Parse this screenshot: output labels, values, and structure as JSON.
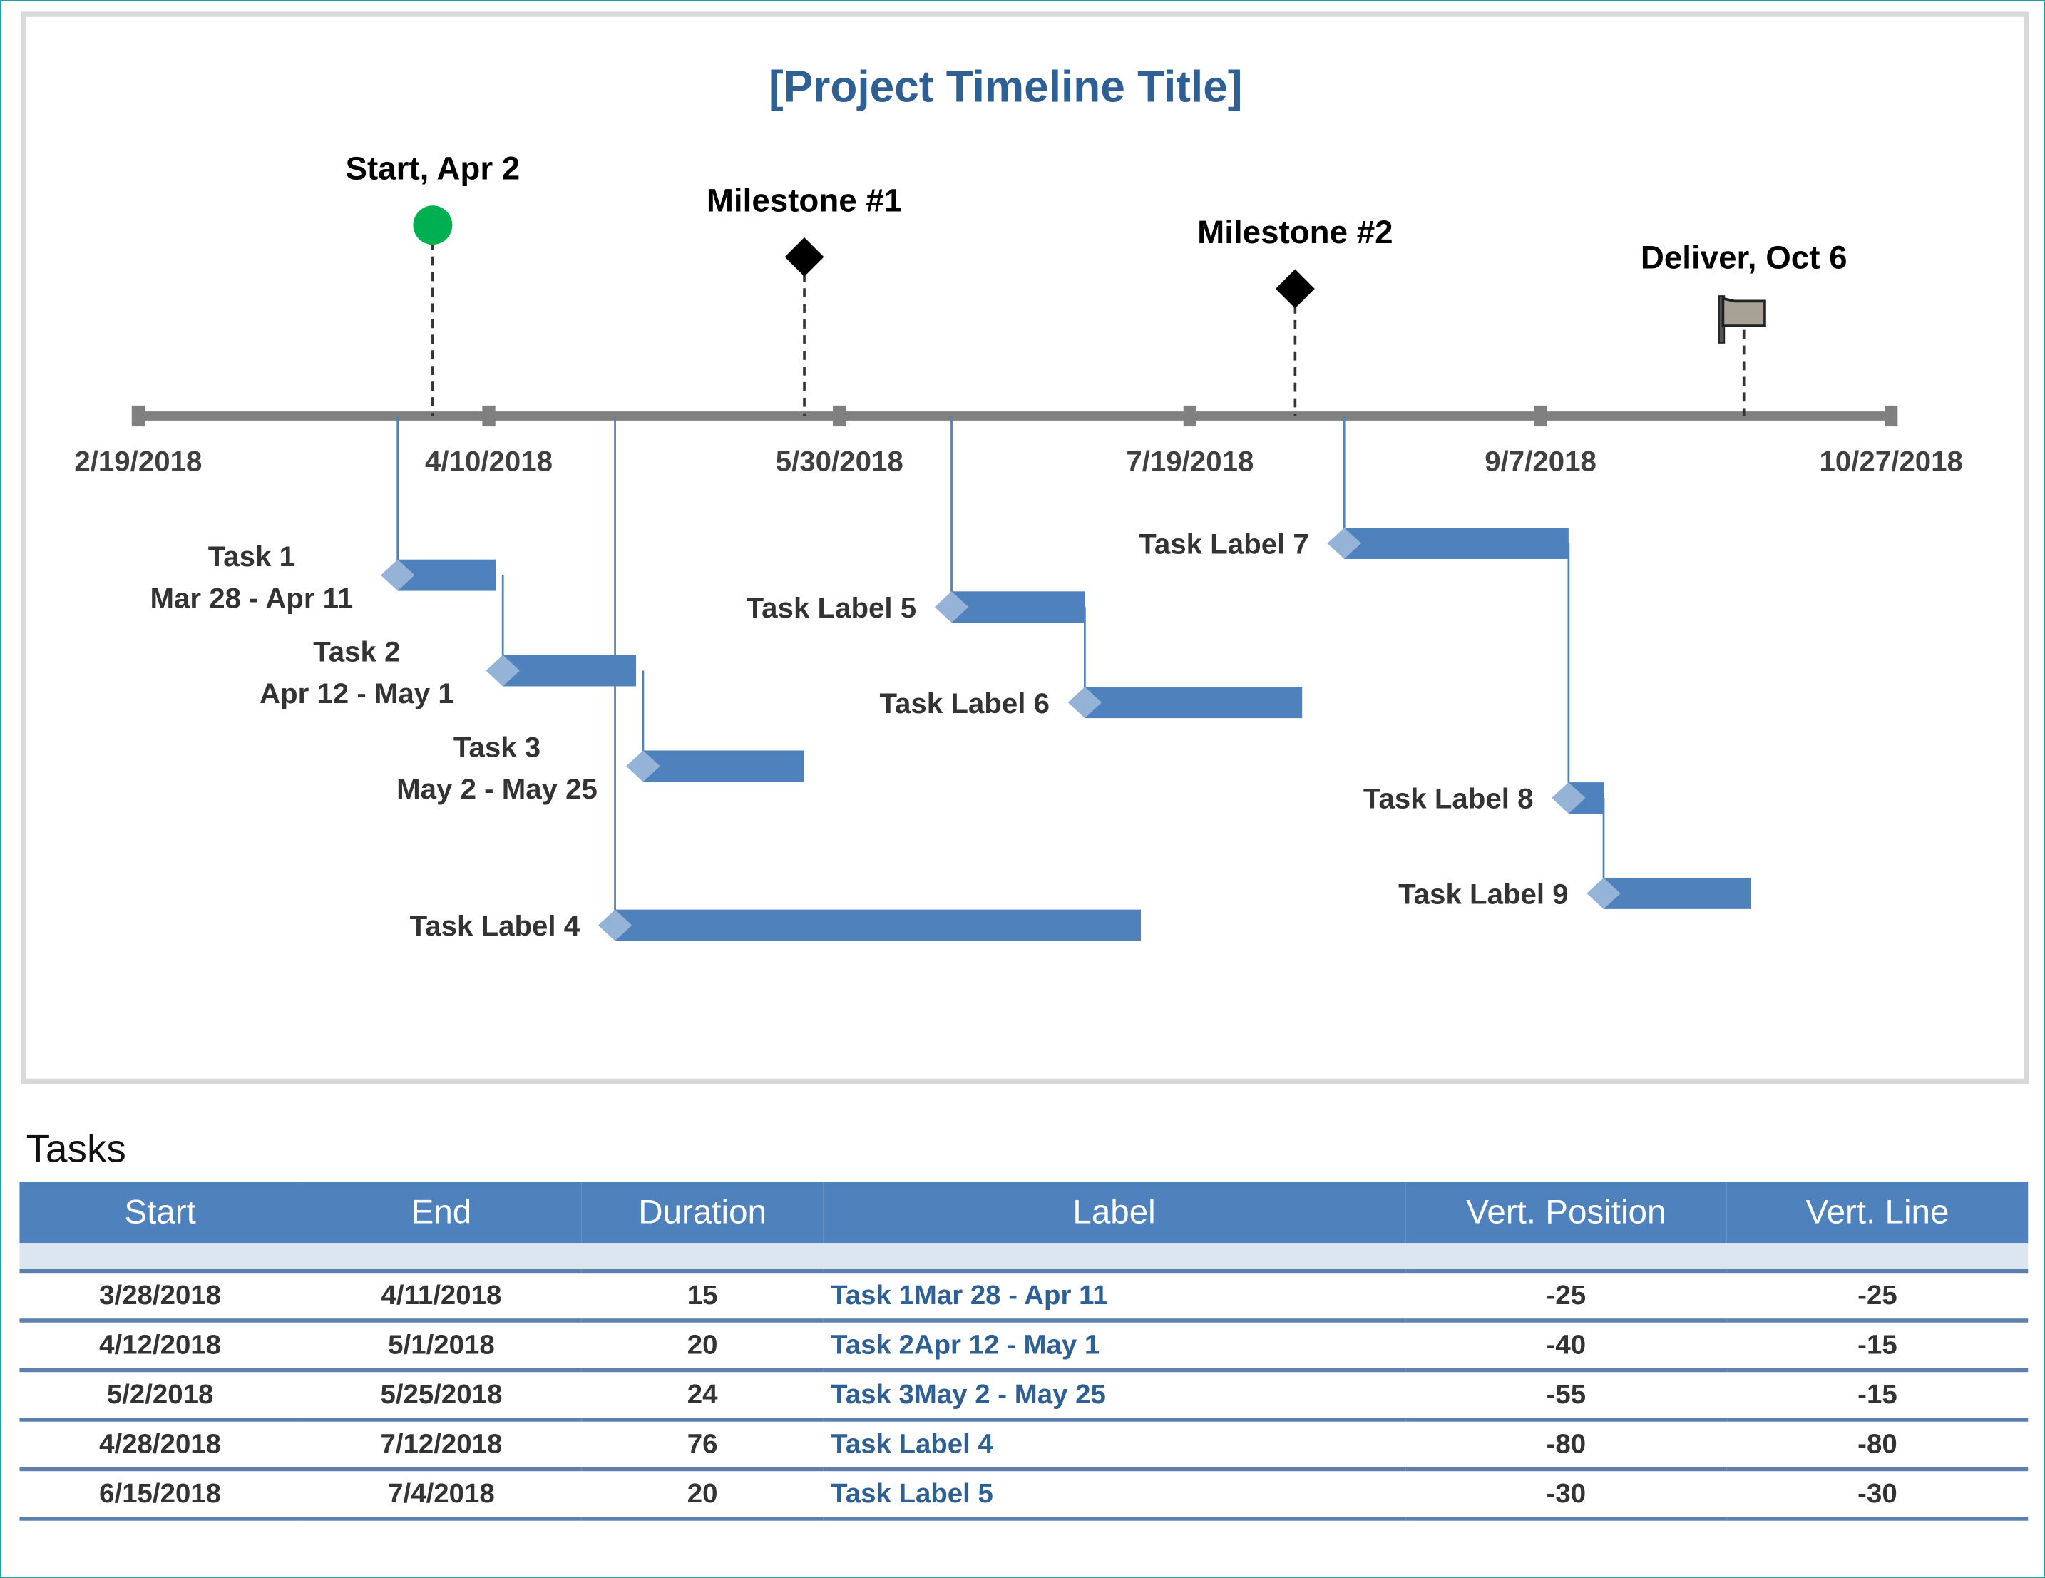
{
  "chart_data": {
    "type": "timeline",
    "title": "[Project Timeline Title]",
    "axis": {
      "min": "2018-02-19",
      "max": "2018-10-27",
      "tick_labels": [
        "2/19/2018",
        "4/10/2018",
        "5/30/2018",
        "7/19/2018",
        "9/7/2018",
        "10/27/2018"
      ],
      "color": "#808080"
    },
    "milestones": [
      {
        "label": "Start, Apr 2",
        "date": "2018-04-02",
        "height": 30,
        "marker": "circle",
        "color": "#00b050"
      },
      {
        "label": "Milestone #1",
        "date": "2018-05-25",
        "height": 25,
        "marker": "diamond",
        "color": "#000000"
      },
      {
        "label": "Milestone #2",
        "date": "2018-08-03",
        "height": 20,
        "marker": "diamond",
        "color": "#000000"
      },
      {
        "label": "Deliver, Oct 6",
        "date": "2018-10-06",
        "height": 16,
        "marker": "checkered-flag",
        "color": "#808080"
      }
    ],
    "tasks": [
      {
        "label": [
          "Task 1",
          "Mar 28 - Apr 11"
        ],
        "start": "2018-03-28",
        "end": "2018-04-11",
        "position": -25,
        "line": -25
      },
      {
        "label": [
          "Task 2",
          "Apr 12 - May 1"
        ],
        "start": "2018-04-12",
        "end": "2018-05-01",
        "position": -40,
        "line": -15
      },
      {
        "label": [
          "Task 3",
          "May 2 - May 25"
        ],
        "start": "2018-05-02",
        "end": "2018-05-25",
        "position": -55,
        "line": -15
      },
      {
        "label": [
          "Task Label 4"
        ],
        "start": "2018-04-28",
        "end": "2018-07-12",
        "position": -80,
        "line": -80
      },
      {
        "label": [
          "Task Label 5"
        ],
        "start": "2018-06-15",
        "end": "2018-07-04",
        "position": -30,
        "line": -30
      },
      {
        "label": [
          "Task Label 6"
        ],
        "start": "2018-07-04",
        "end": "2018-08-04",
        "position": -45,
        "line": -15
      },
      {
        "label": [
          "Task Label 7"
        ],
        "start": "2018-08-10",
        "end": "2018-09-11",
        "position": -20,
        "line": -20
      },
      {
        "label": [
          "Task Label 8"
        ],
        "start": "2018-09-11",
        "end": "2018-09-16",
        "position": -60,
        "line": -40
      },
      {
        "label": [
          "Task Label 9"
        ],
        "start": "2018-09-16",
        "end": "2018-10-07",
        "position": -75,
        "line": -15
      }
    ],
    "colors": {
      "bar": "#4f81bd",
      "diamond": "#95b3d7",
      "title": "#2e5f95"
    }
  },
  "table": {
    "title": "Tasks",
    "headers": [
      "Start",
      "End",
      "Duration",
      "Label",
      "Vert. Position",
      "Vert. Line"
    ],
    "rows": [
      [
        "3/28/2018",
        "4/11/2018",
        "15",
        "Task 1Mar 28 - Apr 11",
        "-25",
        "-25"
      ],
      [
        "4/12/2018",
        "5/1/2018",
        "20",
        "Task 2Apr 12 - May 1",
        "-40",
        "-15"
      ],
      [
        "5/2/2018",
        "5/25/2018",
        "24",
        "Task 3May 2 - May 25",
        "-55",
        "-15"
      ],
      [
        "4/28/2018",
        "7/12/2018",
        "76",
        "Task Label 4",
        "-80",
        "-80"
      ],
      [
        "6/15/2018",
        "7/4/2018",
        "20",
        "Task Label 5",
        "-30",
        "-30"
      ]
    ]
  }
}
